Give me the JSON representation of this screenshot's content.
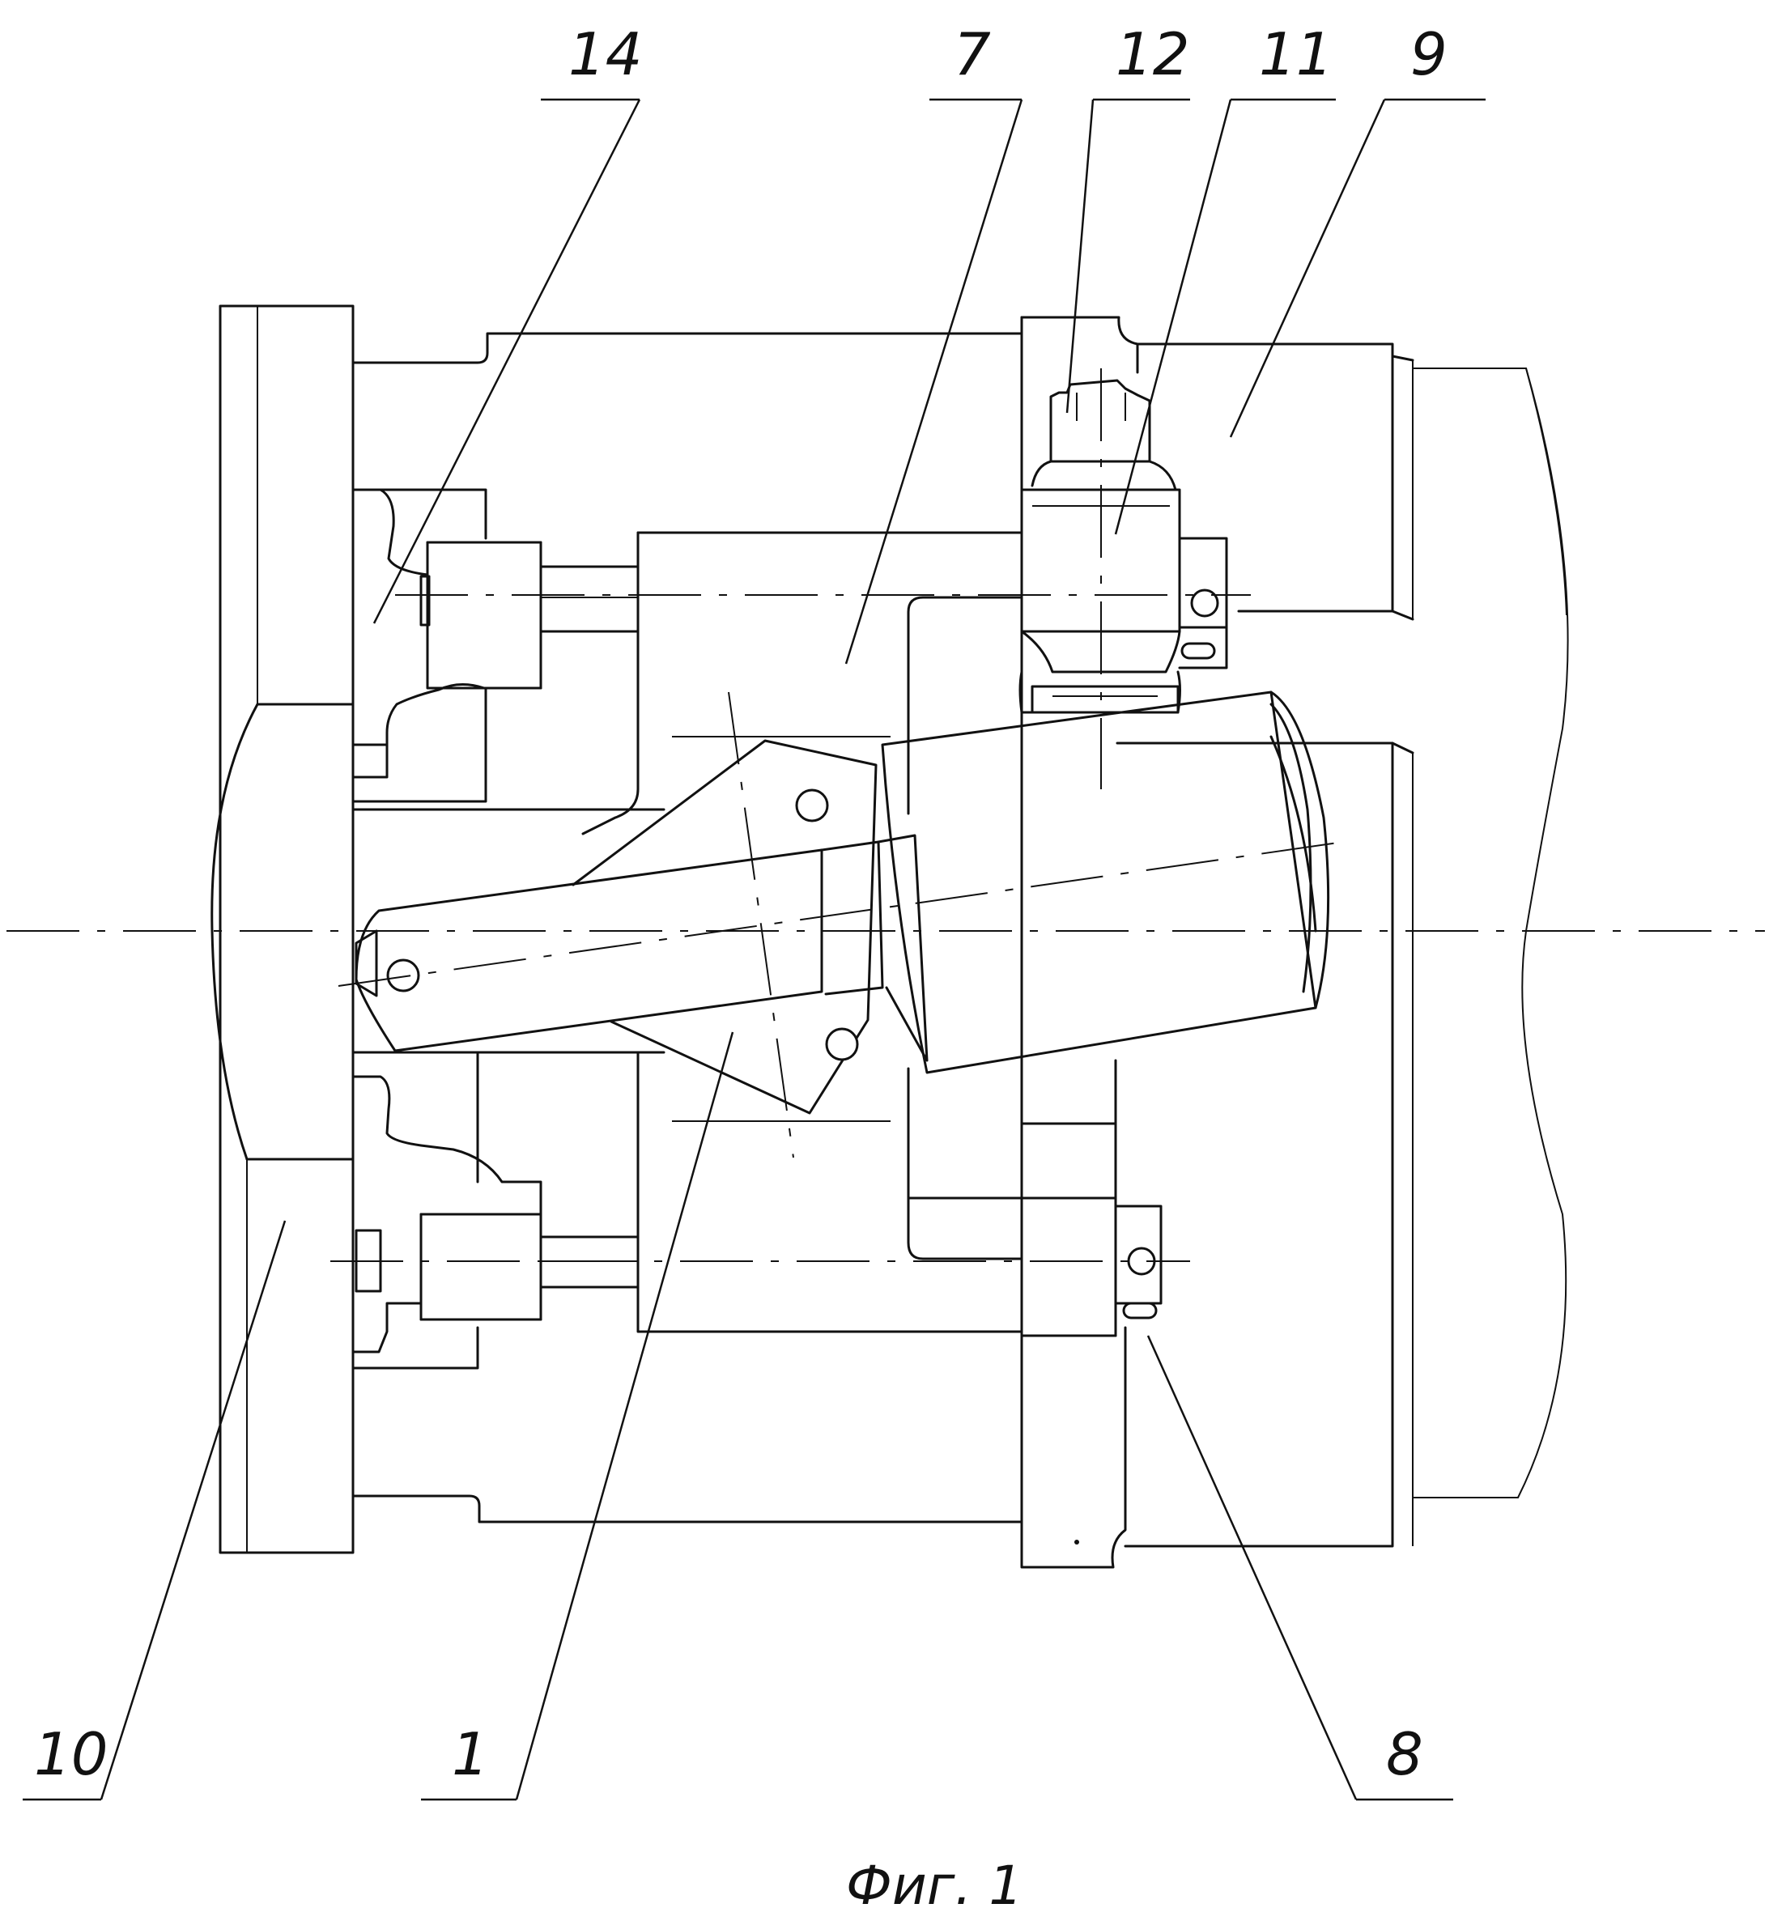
{
  "figure": {
    "caption": "Фиг. 1",
    "labels": {
      "l14": "14",
      "l7": "7",
      "l12": "12",
      "l11": "11",
      "l9": "9",
      "l10": "10",
      "l1": "1",
      "l8": "8"
    }
  }
}
